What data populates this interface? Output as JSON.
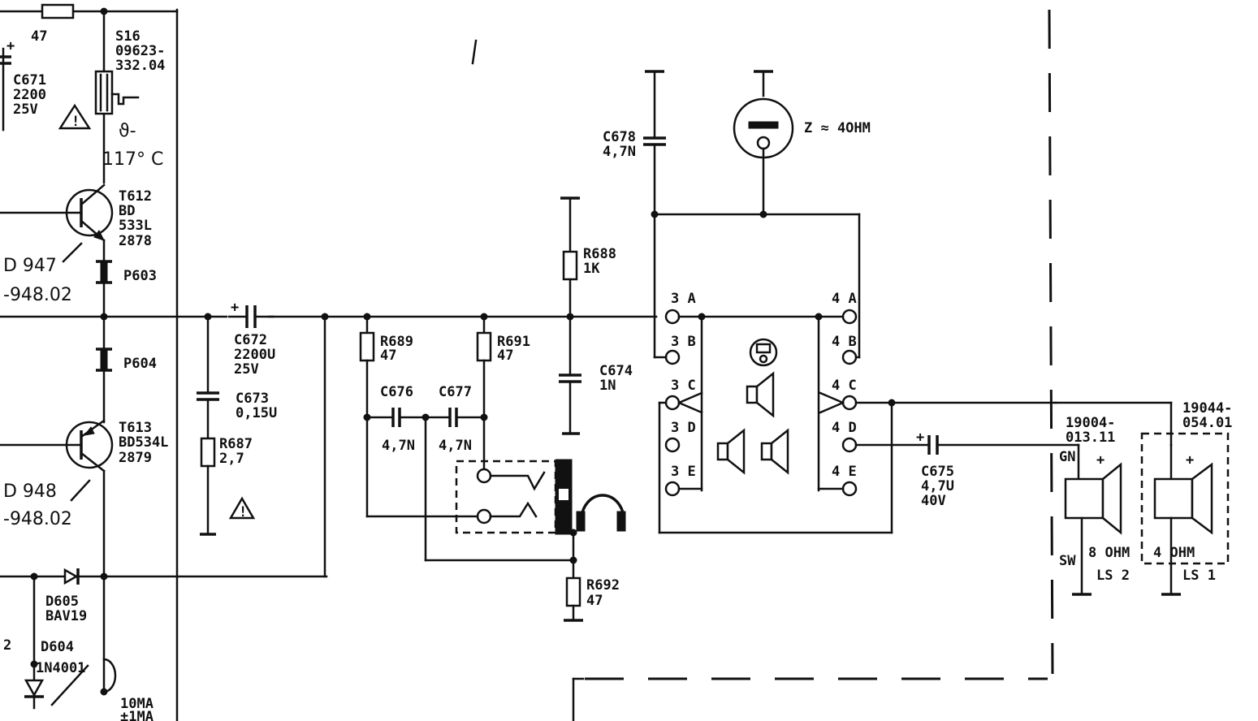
{
  "labels": {
    "r_top": "47",
    "s16_a": "S16",
    "s16_b": "09623-",
    "s16_c": "332.04",
    "c671_a": "C671",
    "c671_b": "2200",
    "c671_c": "25V",
    "temp": "117° C",
    "t612_a": "T612",
    "t612_b": "BD",
    "t612_c": "533L",
    "t612_d": "2878",
    "d947": "D 947",
    "d947_b": "-948.02",
    "p603": "P603",
    "p604": "P604",
    "t613_a": "T613",
    "t613_b": "BD534L",
    "t613_c": "2879",
    "d948": "D 948",
    "d948_b": "-948.02",
    "d605_a": "D605",
    "d605_b": "BAV19",
    "d604_a": "D604",
    "d604_b": "1N4001",
    "left_2": "2",
    "ma_a": "10MA",
    "ma_b": "±1MA",
    "c672_a": "C672",
    "c672_b": "2200U",
    "c672_c": "25V",
    "c673_a": "C673",
    "c673_b": "0,15U",
    "r687_a": "R687",
    "r687_b": "2,7",
    "r689_a": "R689",
    "r689_b": "47",
    "r691_a": "R691",
    "r691_b": "47",
    "c676_a": "C676",
    "c676_b": "4,7N",
    "c677_a": "C677",
    "c677_b": "4,7N",
    "r688_a": "R688",
    "r688_b": "1K",
    "c674_a": "C674",
    "c674_b": "1N",
    "r692_a": "R692",
    "r692_b": "47",
    "c678_a": "C678",
    "c678_b": "4,7N",
    "z": "Z ≈ 4OHM",
    "sw3a": "3  A",
    "sw3b": "3  B",
    "sw3c": "3  C",
    "sw3d": "3  D",
    "sw3e": "3  E",
    "sw4a": "4  A",
    "sw4b": "4  B",
    "sw4c": "4  C",
    "sw4d": "4  D",
    "sw4e": "4  E",
    "c675_a": "C675",
    "c675_b": "4,7U",
    "c675_c": "40V",
    "ls2_part_a": "19004-",
    "ls2_part_b": "013.11",
    "ls1_part_a": "19044-",
    "ls1_part_b": "054.01",
    "gn": "GN",
    "sw": "SW",
    "ls2_ohm": "8  OHM",
    "ls2": "LS 2",
    "ls1_ohm": "4  OHM",
    "ls1": "LS 1",
    "plus": "+"
  }
}
